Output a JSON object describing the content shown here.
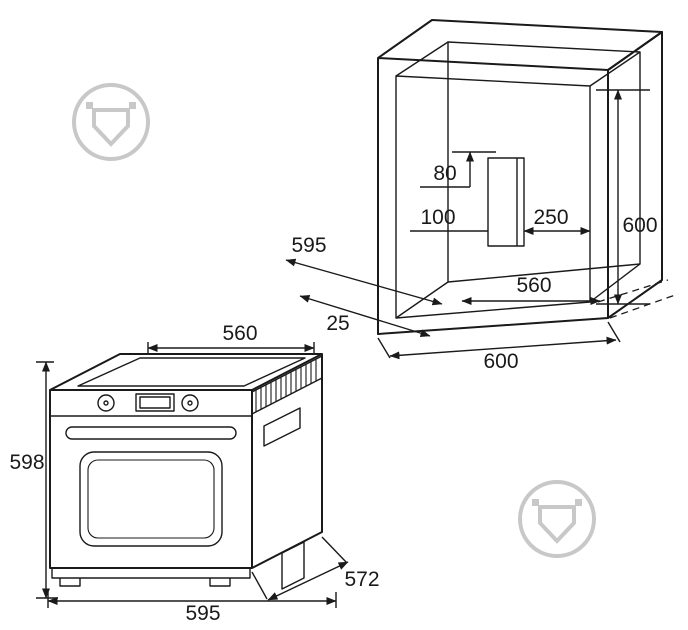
{
  "page": {
    "background": "#ffffff",
    "line_color": "#1a1a1a"
  },
  "watermark": {
    "icon": "store-logo-watermark-icon",
    "color": "#c8c8c8"
  },
  "niche": {
    "labels": {
      "vent_top_gap": "80",
      "vent_width": "100",
      "vent_side_gap": "250",
      "height": "600",
      "bottom_width": "560",
      "depth": "595",
      "front_lip": "25",
      "outer_width": "600"
    }
  },
  "oven": {
    "labels": {
      "top_width": "560",
      "height": "598",
      "depth": "572",
      "front_width": "595"
    }
  }
}
